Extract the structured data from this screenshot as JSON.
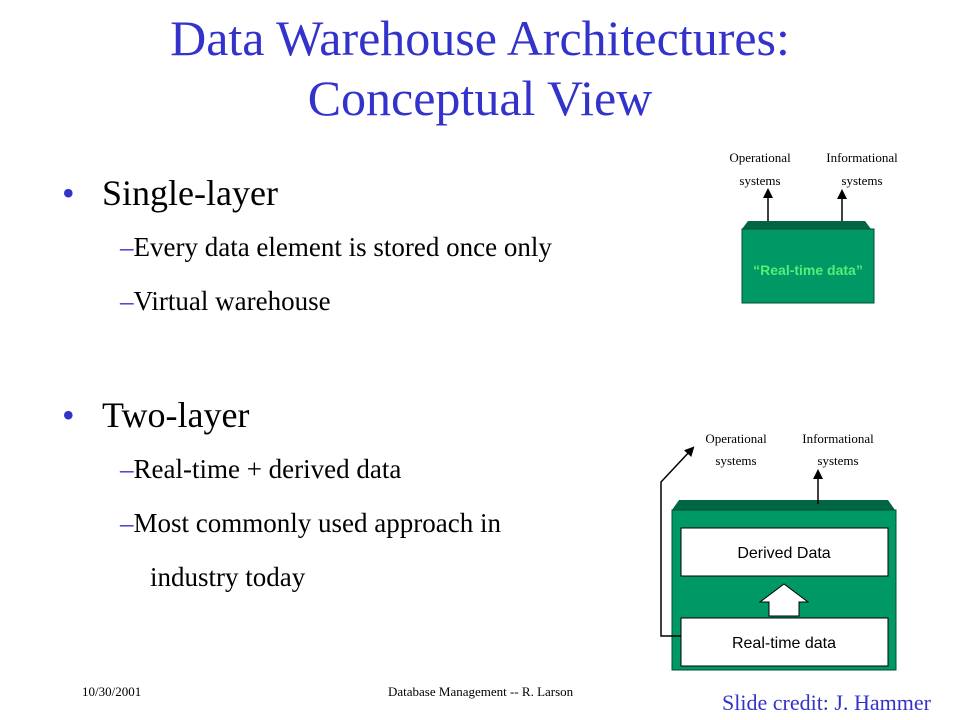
{
  "slide": {
    "title_line1": "Data Warehouse Architectures:",
    "title_line2": "Conceptual View",
    "bullets": [
      {
        "label": "Single-layer",
        "subs": [
          "Every data element is stored once only",
          "Virtual warehouse"
        ]
      },
      {
        "label": "Two-layer",
        "subs": [
          "Real-time + derived data",
          "Most commonly used approach in",
          "industry today"
        ]
      }
    ],
    "footer_date": "10/30/2001",
    "footer_center": "Database Management -- R. Larson",
    "credit": "Slide credit: J. Hammer"
  },
  "diagram_single": {
    "operational_line1": "Operational",
    "operational_line2": "systems",
    "informational_line1": "Informational",
    "informational_line2": "systems",
    "box_label": "“Real-time data”"
  },
  "diagram_two": {
    "operational_line1": "Operational",
    "operational_line2": "systems",
    "informational_line1": "Informational",
    "informational_line2": "systems",
    "derived_label": "Derived Data",
    "realtime_label": "Real-time data"
  },
  "colors": {
    "title": "#3333cc",
    "box_fill": "#009966",
    "box_top": "#006644",
    "accent_text": "#33cc66"
  }
}
